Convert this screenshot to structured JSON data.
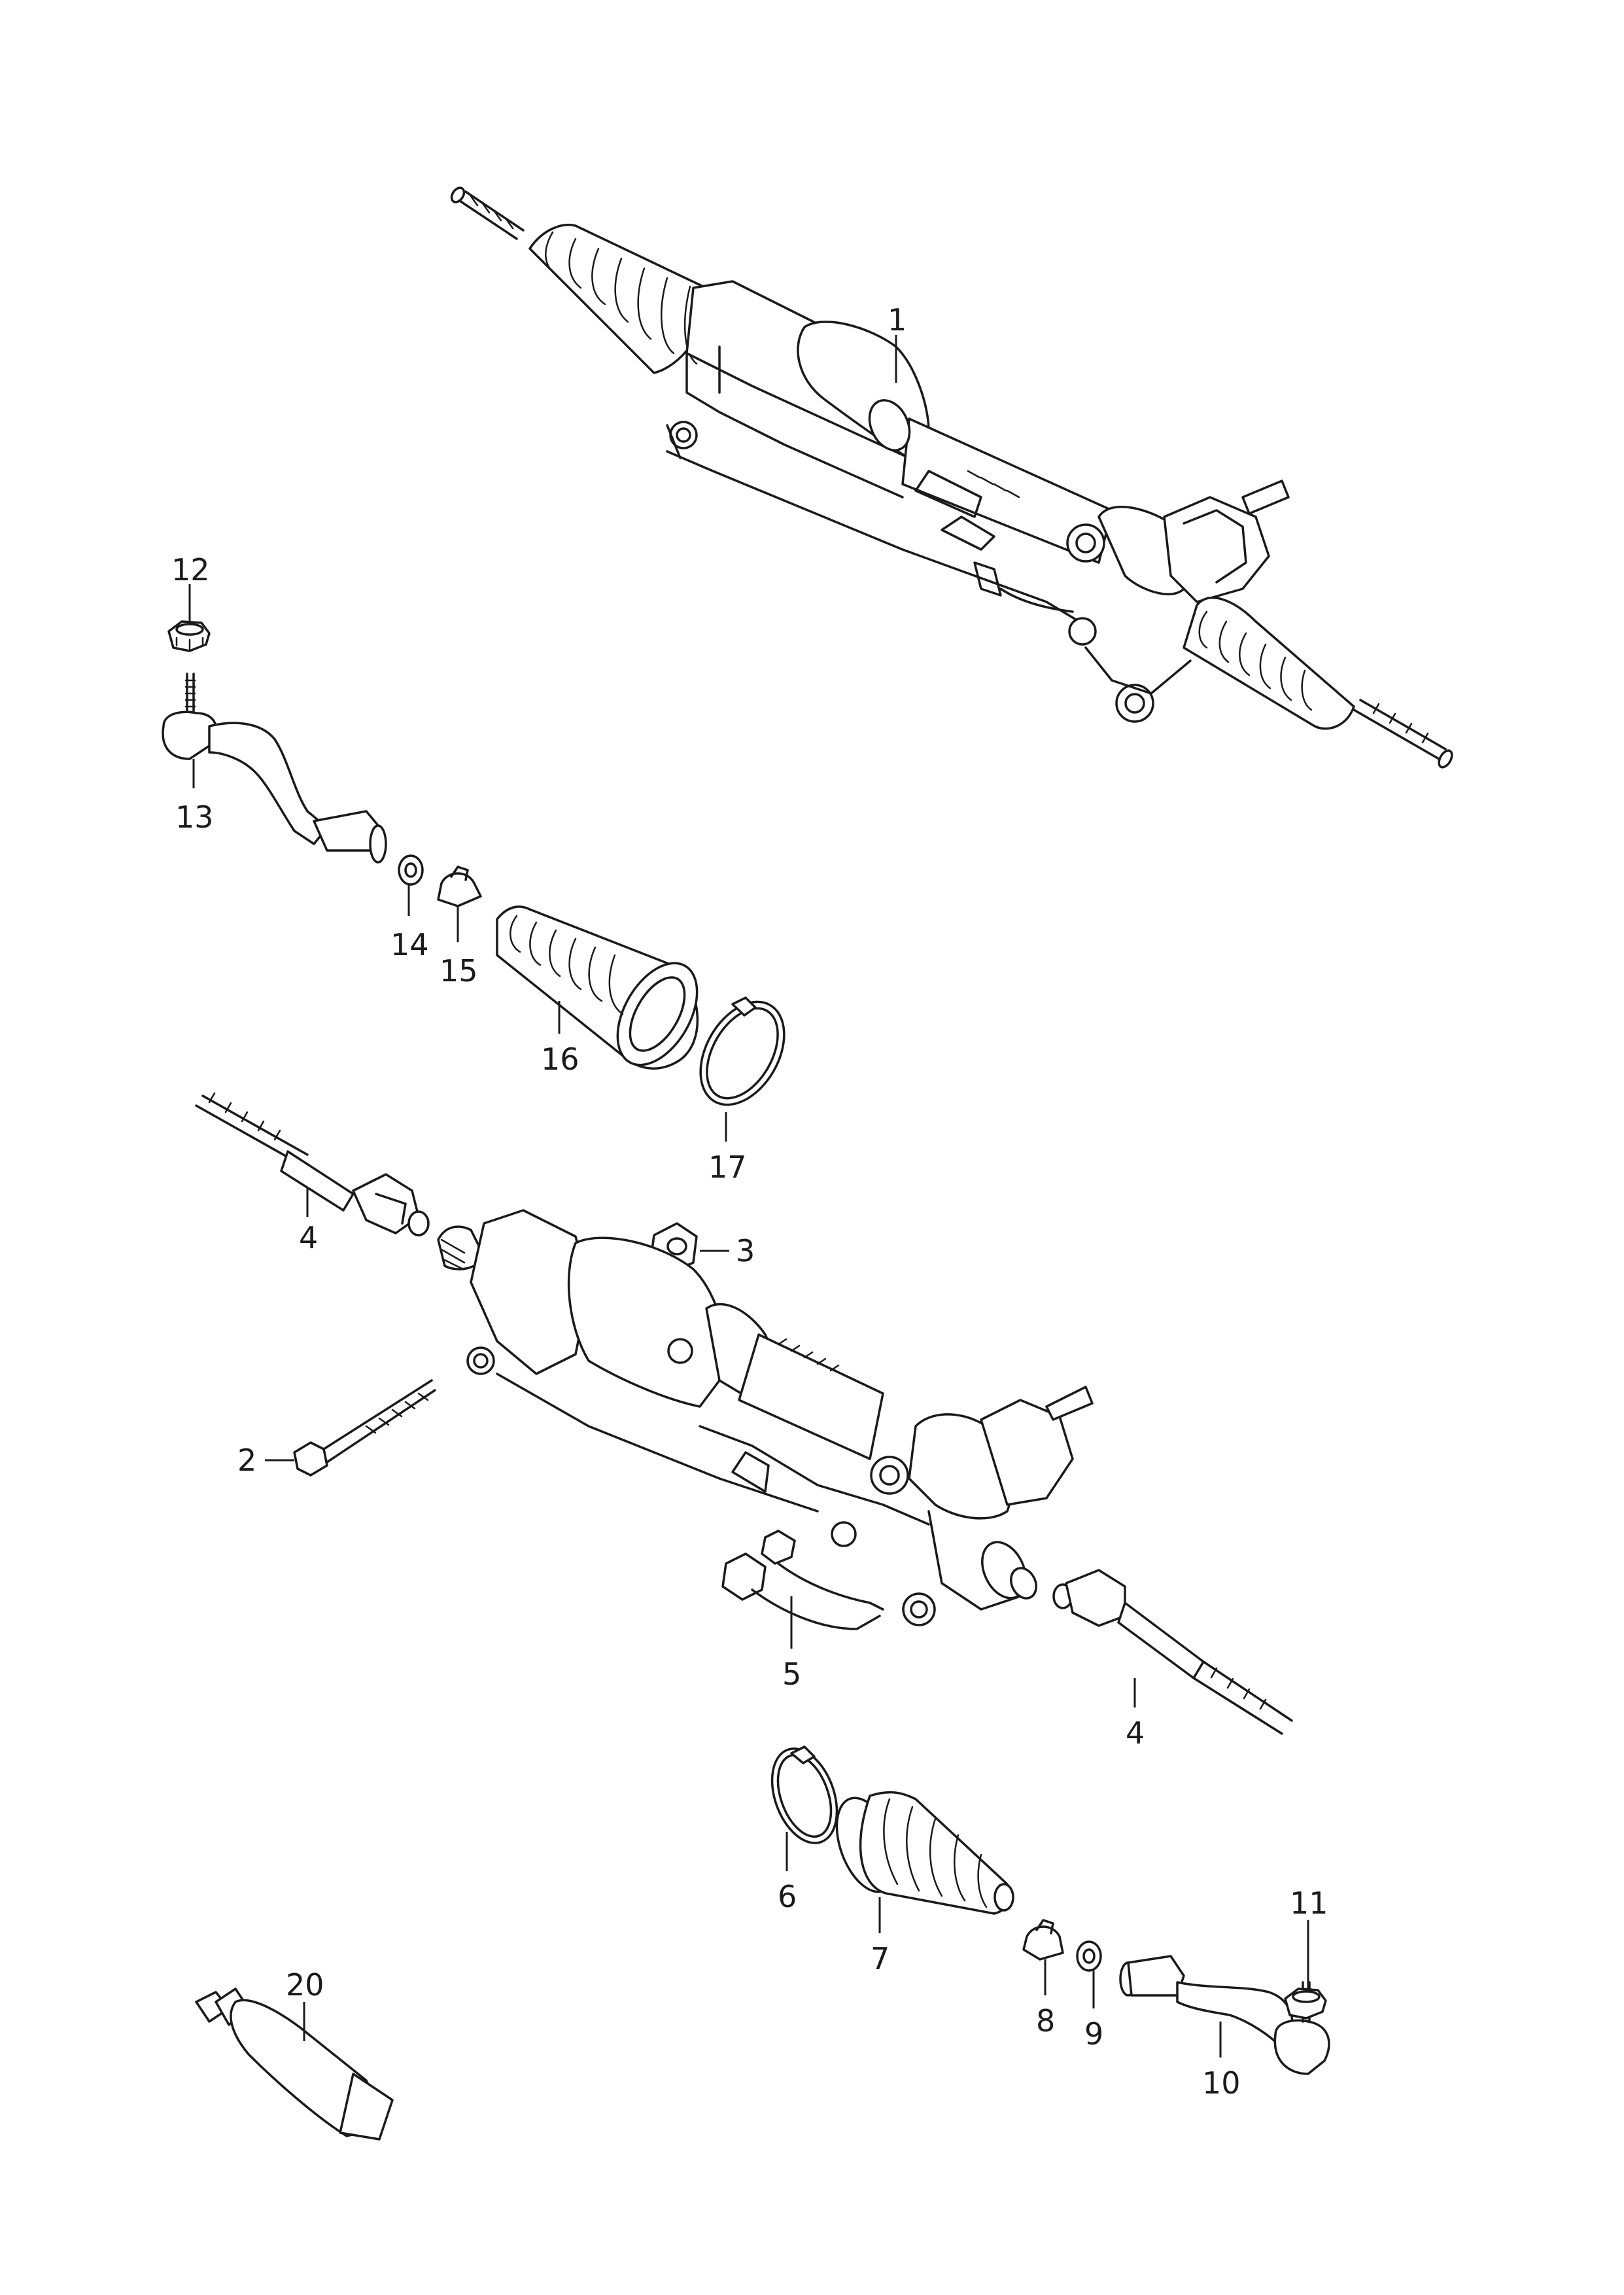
{
  "callouts": {
    "c1": "1",
    "c2": "2",
    "c3": "3",
    "c4a": "4",
    "c4b": "4",
    "c5": "5",
    "c6": "6",
    "c7": "7",
    "c8": "8",
    "c9": "9",
    "c10": "10",
    "c11": "11",
    "c12": "12",
    "c13": "13",
    "c14": "14",
    "c15": "15",
    "c16": "16",
    "c17": "17",
    "c20": "20"
  }
}
